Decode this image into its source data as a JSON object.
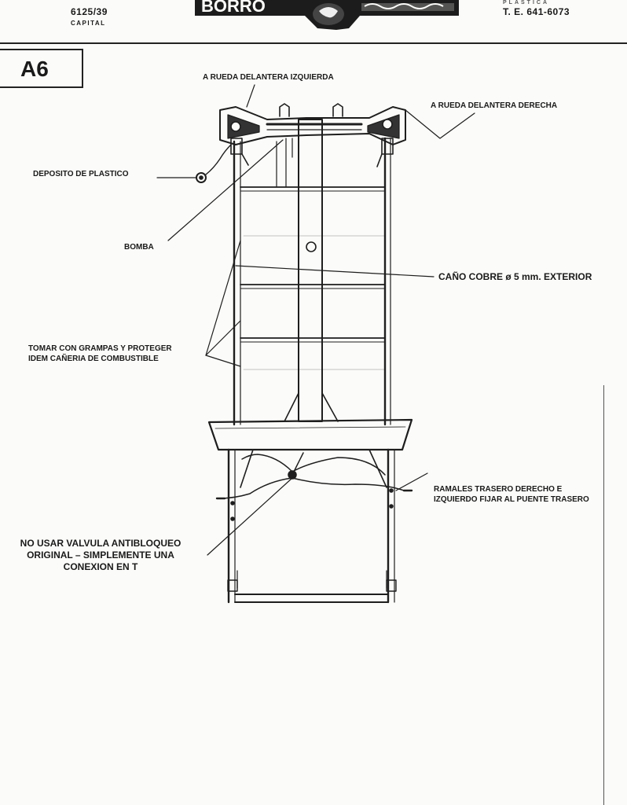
{
  "header": {
    "address_number": "6125/39",
    "city": "CAPITAL",
    "phone_caption": "PLASTICA",
    "phone": "T. E. 641-6073",
    "brand_text": "BORRO"
  },
  "page_tag": "A6",
  "labels": {
    "front_left": "A RUEDA DELANTERA IZQUIERDA",
    "front_right": "A RUEDA DELANTERA DERECHA",
    "tank": "DEPOSITO DE PLASTICO",
    "pump": "BOMBA",
    "copper_pipe": "CAÑO COBRE ø 5 mm. EXTERIOR",
    "clamp_line1": "TOMAR CON GRAMPAS Y PROTEGER",
    "clamp_line2": "IDEM CAÑERIA DE COMBUSTIBLE",
    "rear_line1": "RAMALES TRASERO DERECHO E",
    "rear_line2": "IZQUIERDO FIJAR AL PUENTE TRASERO",
    "valve_line1": "NO USAR VALVULA ANTIBLOQUEO",
    "valve_line2": "ORIGINAL – SIMPLEMENTE UNA",
    "valve_line3": "CONEXION EN T"
  }
}
